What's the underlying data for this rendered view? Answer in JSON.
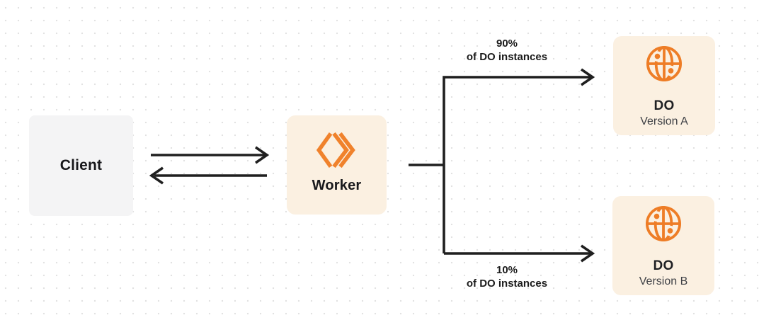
{
  "nodes": {
    "client": {
      "label": "Client"
    },
    "worker": {
      "label": "Worker"
    },
    "do_version_a": {
      "title": "DO",
      "subtitle": "Version A"
    },
    "do_version_b": {
      "title": "DO",
      "subtitle": "Version B"
    }
  },
  "branches": {
    "top": {
      "percent": "90%",
      "caption": "of DO instances"
    },
    "bottom": {
      "percent": "10%",
      "caption": "of DO instances"
    }
  },
  "colors": {
    "workers_logo_orange": "#f0822c",
    "globe_orange": "#ee7d26",
    "node_cream": "#fbf0e1",
    "node_gray": "#f4f4f5",
    "connector_dark": "#1f1f1f",
    "text_dark": "#18181b",
    "text_secondary": "#3f4146",
    "dot_grid": "#e2e2e2"
  }
}
